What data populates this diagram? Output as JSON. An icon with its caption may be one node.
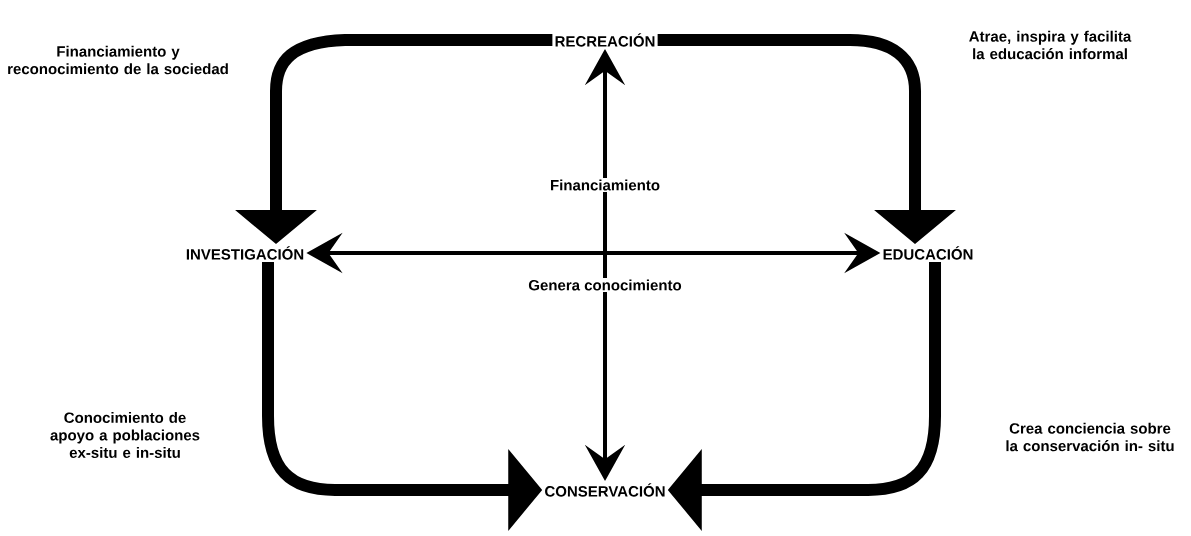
{
  "diagram": {
    "nodes": [
      {
        "text": [
          "RECREACIÓN"
        ]
      },
      {
        "text": [
          "INVESTIGACIÓN"
        ]
      },
      {
        "text": [
          "EDUCACIÓN"
        ]
      },
      {
        "text": [
          "CONSERVACIÓN"
        ]
      }
    ],
    "edges": [
      {
        "from": 0,
        "to": 1,
        "arrow": "to",
        "label": "Financiamiento y reconocimiento de la sociedad"
      },
      {
        "from": 0,
        "to": 2,
        "arrow": "to",
        "label": "Atrae, inspira y facilita la educación informal"
      },
      {
        "from": 1,
        "to": 3,
        "arrow": "to",
        "label": "Conocimiento de apoyo a poblaciones ex-situ e  in-situ"
      },
      {
        "from": 2,
        "to": 3,
        "arrow": "to",
        "label": "Crea conciencia sobre la conservación in- situ"
      },
      {
        "from": 0,
        "to": 3,
        "arrow": "both"
      },
      {
        "from": 1,
        "to": 2,
        "arrow": "both"
      }
    ],
    "labels": [
      "Financiamiento",
      "Genera conocimiento"
    ]
  }
}
